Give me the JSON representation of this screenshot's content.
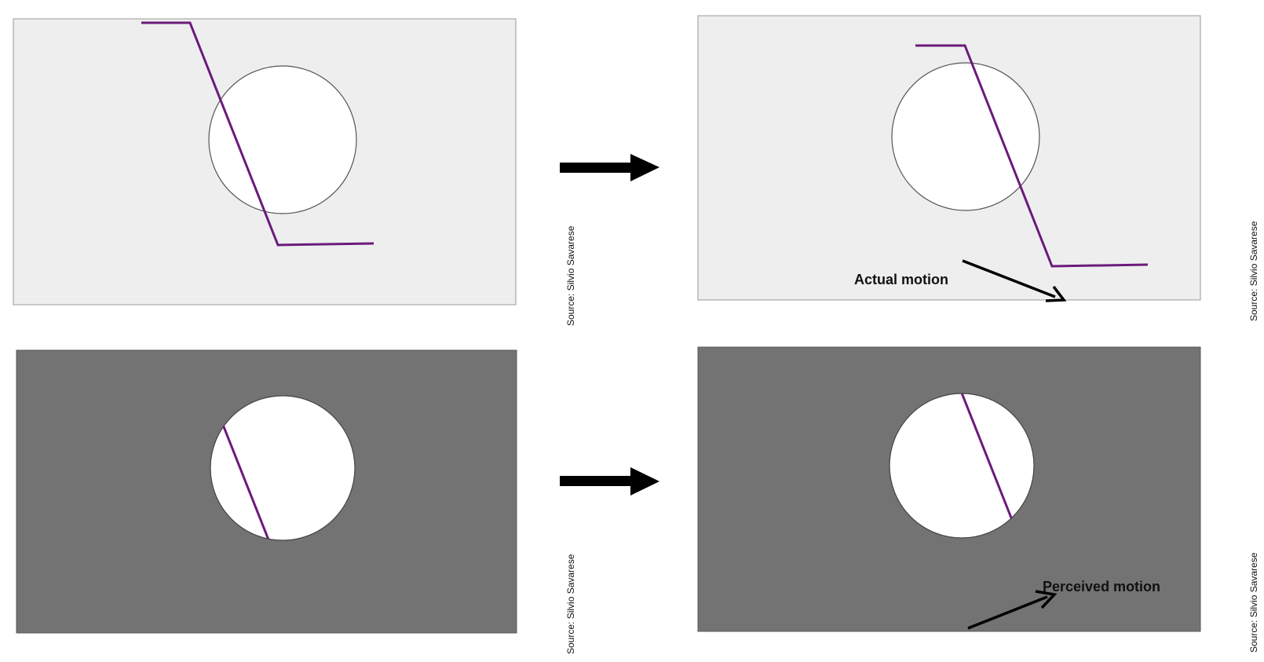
{
  "colors": {
    "light_panel": "#eeeeee",
    "dark_panel": "#737373",
    "aperture": "#ffffff",
    "line": "#6b1a7a",
    "arrow": "#000000"
  },
  "labels": {
    "actual_motion": "Actual motion",
    "perceived_motion": "Perceived motion"
  },
  "sources": {
    "top_left": "Source: Silvio Savarese",
    "top_right": "Source: Silvio Savarese",
    "bottom_left": "Source: Silvio Savarese",
    "bottom_right": "Source: Silvio Savarese"
  }
}
